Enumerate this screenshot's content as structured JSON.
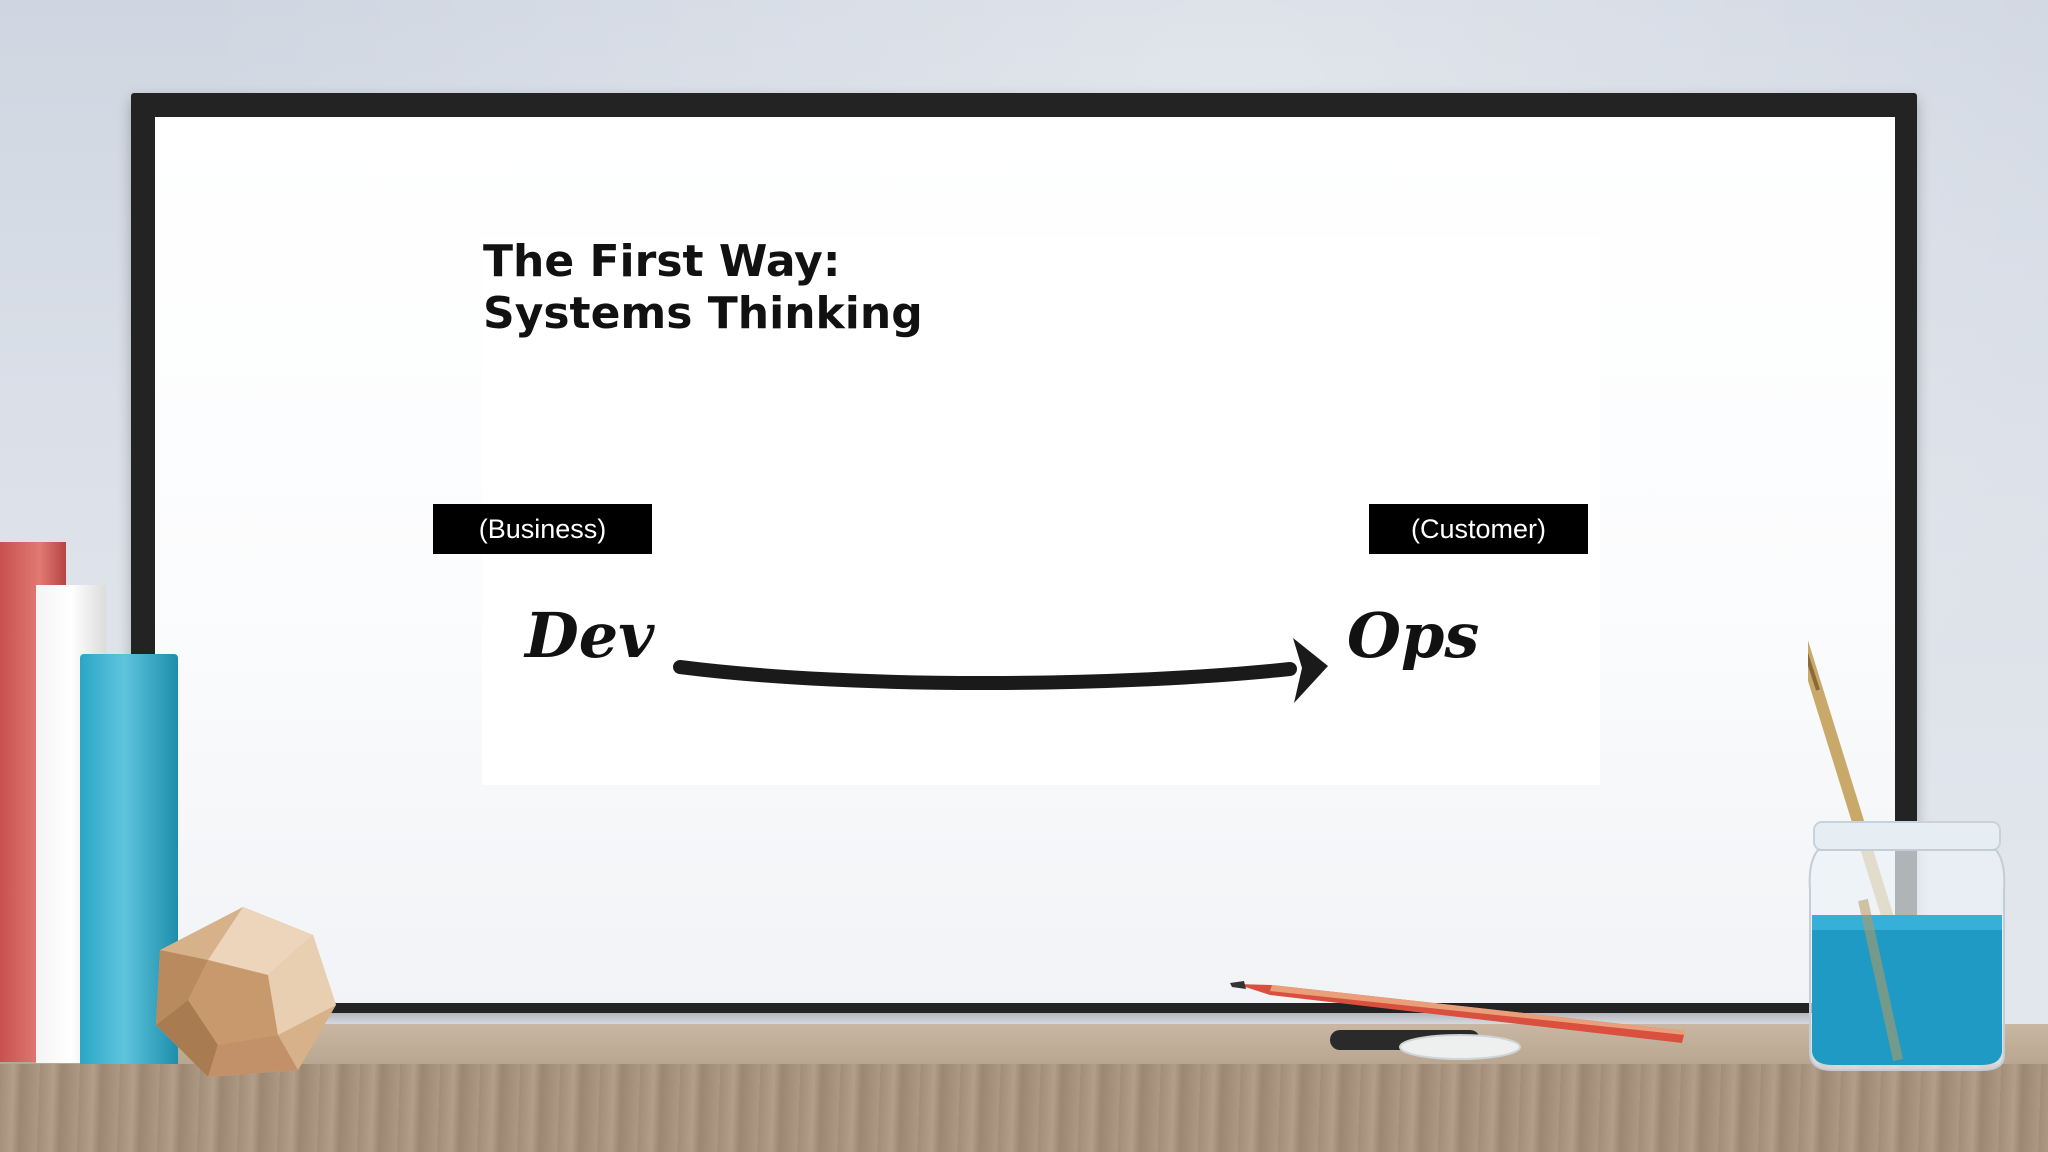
{
  "slide": {
    "title_line1": "The First Way:",
    "title_line2": "Systems Thinking",
    "left_tag": "(Business)",
    "right_tag": "(Customer)",
    "left_word": "Dev",
    "right_word": "Ops"
  },
  "icons": [
    "books",
    "wooden-dodecahedron",
    "paint-jar",
    "paintbrush",
    "pencil",
    "marker",
    "eraser"
  ],
  "colors": {
    "frame": "#232323",
    "board": "#ffffff",
    "tag_bg": "#000000",
    "tag_text": "#ffffff",
    "arrow": "#1a1a1a",
    "jar_liquid": "#1f9ac4"
  }
}
